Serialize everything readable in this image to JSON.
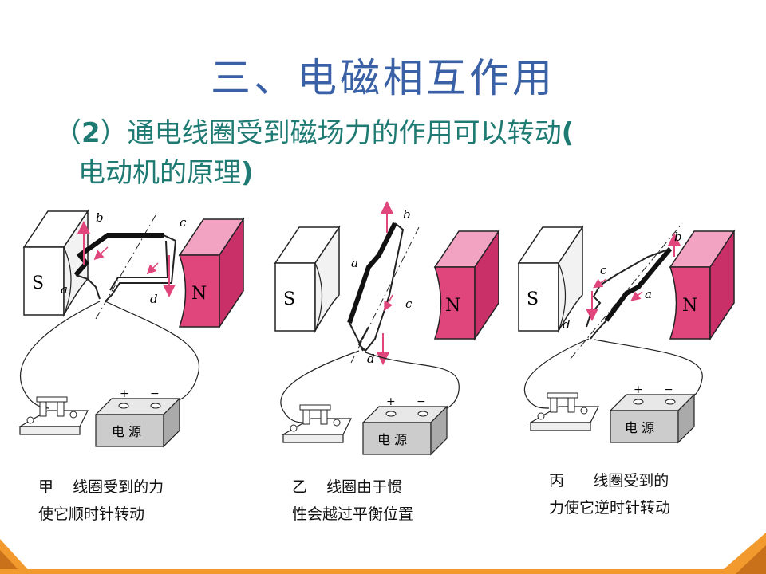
{
  "slide": {
    "title": "三、电磁相互作用",
    "subtitle": {
      "line1_prefix": "（",
      "line1_number": "2",
      "line1_text": "）通电线圈受到磁场力的作用可以转动",
      "line1_paren": "(",
      "line2_text": "电动机的原理",
      "line2_paren": ")"
    }
  },
  "figures": [
    {
      "magnet_south_label": "S",
      "magnet_north_label": "N",
      "coil_labels": [
        "a",
        "b",
        "c",
        "d"
      ],
      "terminal_plus": "+",
      "terminal_minus": "−",
      "power_label": "电  源",
      "caption_line1": "甲    线圈受到的力",
      "caption_line2": "使它顺时针转动"
    },
    {
      "magnet_south_label": "S",
      "magnet_north_label": "N",
      "coil_labels": [
        "a",
        "b",
        "c",
        "d"
      ],
      "terminal_plus": "+",
      "terminal_minus": "−",
      "power_label": "电  源",
      "caption_line1": "乙    线圈由于惯",
      "caption_line2": "性会越过平衡位置"
    },
    {
      "magnet_south_label": "S",
      "magnet_north_label": "N",
      "coil_labels": [
        "a",
        "b",
        "c",
        "d"
      ],
      "terminal_plus": "+",
      "terminal_minus": "−",
      "power_label": "电  源",
      "caption_line1": "丙      线圈受到的",
      "caption_line2": "力使它逆时针转动"
    }
  ],
  "colors": {
    "title": "#3a61a6",
    "subtitle": "#1e7a72",
    "north_magnet": "#e0457c",
    "force_arrow": "#e0457c",
    "footer_orange": "#f29a2e"
  }
}
